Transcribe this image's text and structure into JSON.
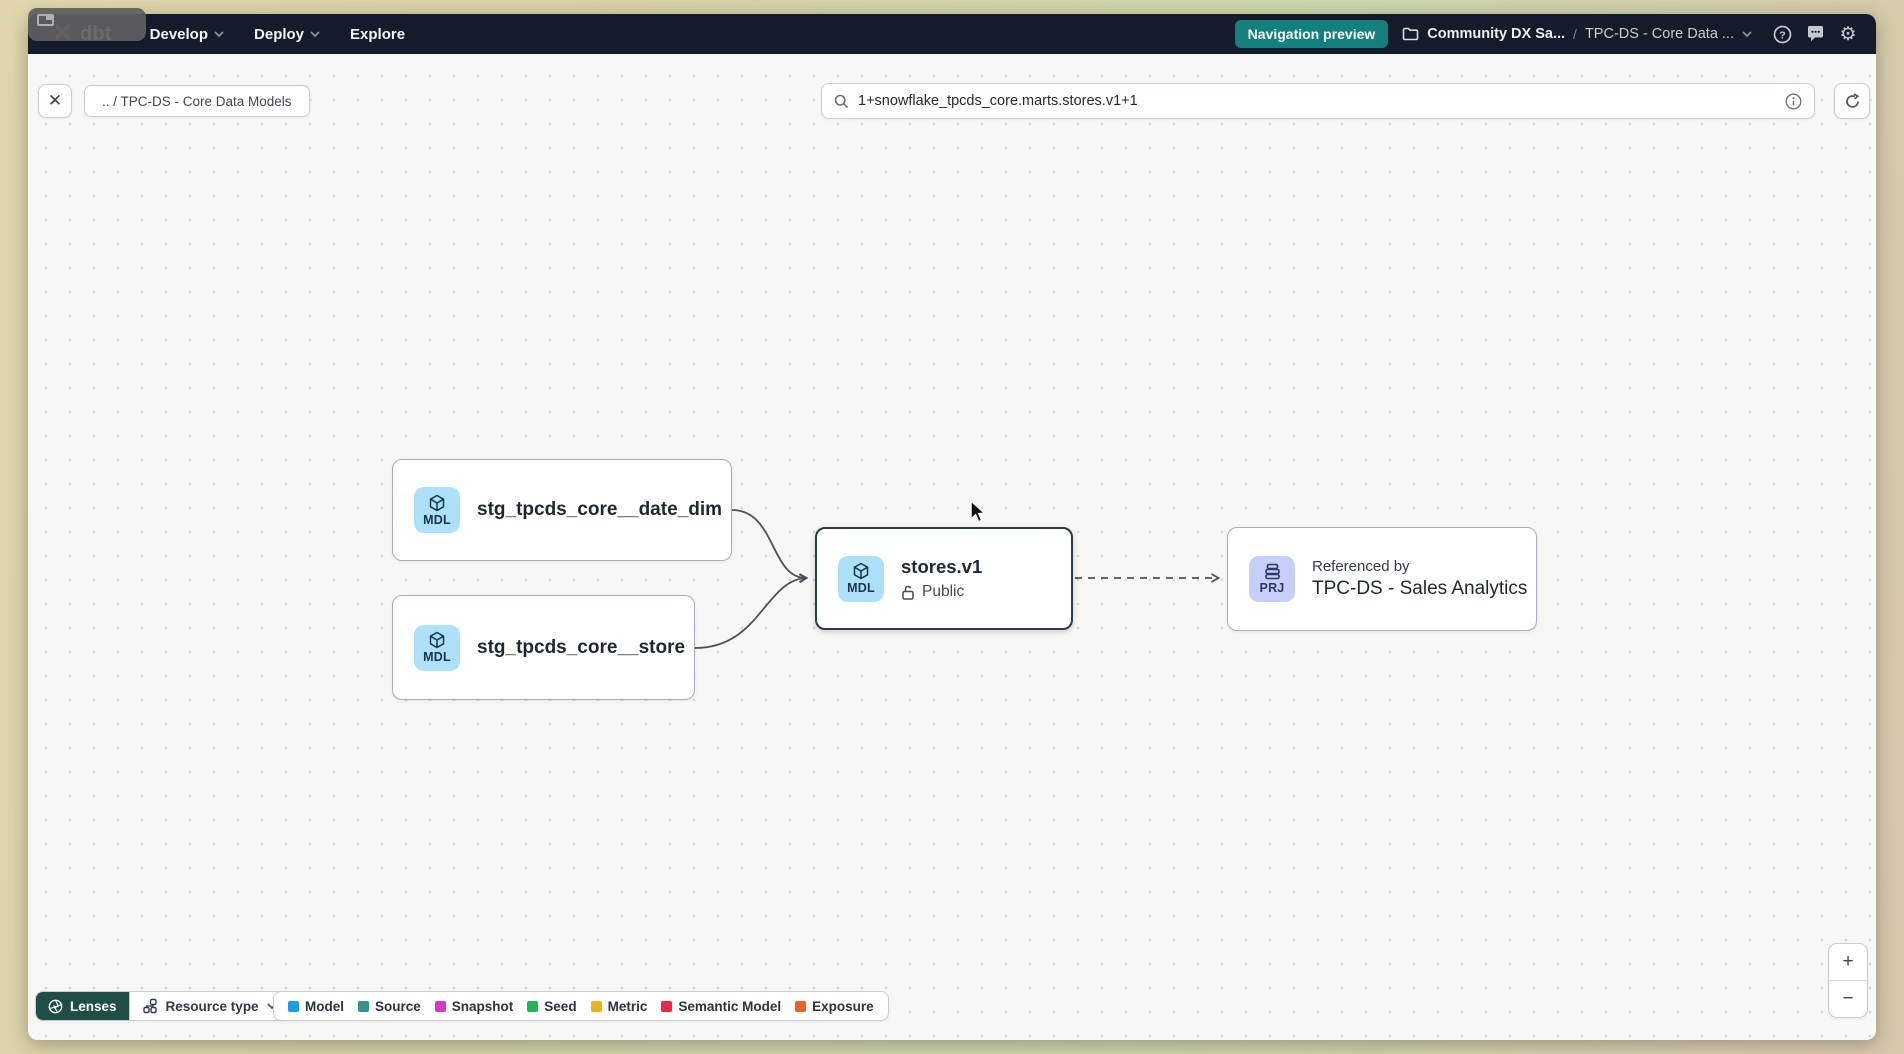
{
  "colors": {
    "accent_teal": "#13807d",
    "navbar_bg": "#141c2b",
    "model_badge_bg": "#ade1f9",
    "project_badge_bg": "#c6cff8",
    "selected_node_border": "#2e3a47",
    "lenses_bg": "#1e4e46"
  },
  "navbar": {
    "logo_text": "dbt",
    "menus": [
      {
        "label": "Develop"
      },
      {
        "label": "Deploy"
      },
      {
        "label": "Explore"
      }
    ],
    "preview_badge": "Navigation preview",
    "breadcrumb": {
      "project": "Community DX Sa...",
      "separator": "/",
      "section": "TPC-DS - Core Data ..."
    }
  },
  "toolbar": {
    "close_glyph": "✕",
    "breadcrumb_chip": ".. / TPC-DS - Core Data Models",
    "search_value": "1+snowflake_tpcds_core.marts.stores.v1+1"
  },
  "graph": {
    "nodes": [
      {
        "badge": "MDL",
        "label": "stg_tpcds_core__date_dim"
      },
      {
        "badge": "MDL",
        "label": "stg_tpcds_core__store"
      },
      {
        "badge": "MDL",
        "label": "stores.v1",
        "access": "Public",
        "selected": true
      },
      {
        "badge": "PRJ",
        "kicker": "Referenced by",
        "label": "TPC-DS - Sales Analytics"
      }
    ]
  },
  "footer": {
    "lenses_label": "Lenses",
    "resource_type_label": "Resource type",
    "legend": [
      {
        "label": "Model",
        "color": "#1e9be2"
      },
      {
        "label": "Source",
        "color": "#35918d"
      },
      {
        "label": "Snapshot",
        "color": "#d838c8"
      },
      {
        "label": "Seed",
        "color": "#22b455"
      },
      {
        "label": "Metric",
        "color": "#e7b41b"
      },
      {
        "label": "Semantic Model",
        "color": "#e82a48"
      },
      {
        "label": "Exposure",
        "color": "#e8642c"
      }
    ],
    "zoom_in": "+",
    "zoom_out": "−"
  }
}
